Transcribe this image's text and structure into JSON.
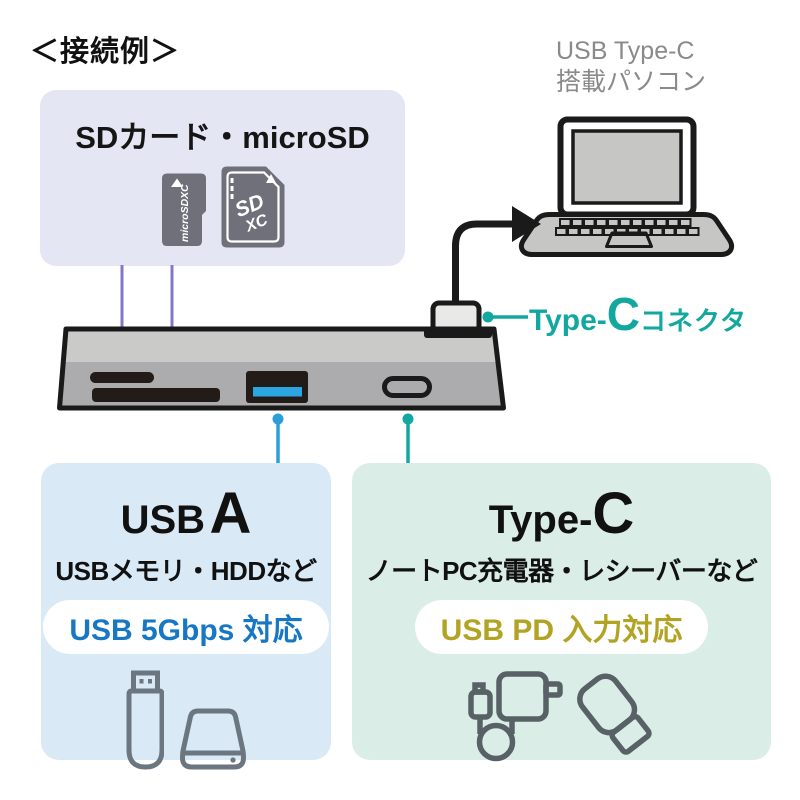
{
  "title": "＜接続例＞",
  "laptop": {
    "label_line1": "USB Type-C",
    "label_line2": "搭載パソコン"
  },
  "sd_box": {
    "label": "SDカード・microSD",
    "microsd_icon_text": "microSDXC",
    "sd_icon_text_line1": "SD",
    "sd_icon_text_line2": "XC"
  },
  "connector_callout": {
    "prefix": "Type-",
    "letter": "C",
    "suffix": "コネクタ"
  },
  "usb_a_box": {
    "title_prefix": "USB",
    "title_letter": "A",
    "subtitle": "USBメモリ・HDDなど",
    "badge": "USB 5Gbps 対応"
  },
  "type_c_box": {
    "title_prefix": "Type-",
    "title_letter": "C",
    "subtitle": "ノートPC充電器・レシーバーなど",
    "badge": "USB PD 入力対応"
  },
  "colors": {
    "accent_teal": "#12A8A0",
    "accent_blue_line": "#2C9FDA",
    "accent_purple": "#8278CB",
    "badge_blue_text": "#1877C5",
    "badge_olive_text": "#B2A323",
    "sd_panel_bg": "#E5E6F4",
    "usb_a_panel_bg": "#D9E9F6",
    "type_c_panel_bg": "#DBEDE7",
    "hub_front": "#ACACAE",
    "hub_top": "#CACAC8",
    "usb_a_port_blue": "#2CA6E0"
  }
}
